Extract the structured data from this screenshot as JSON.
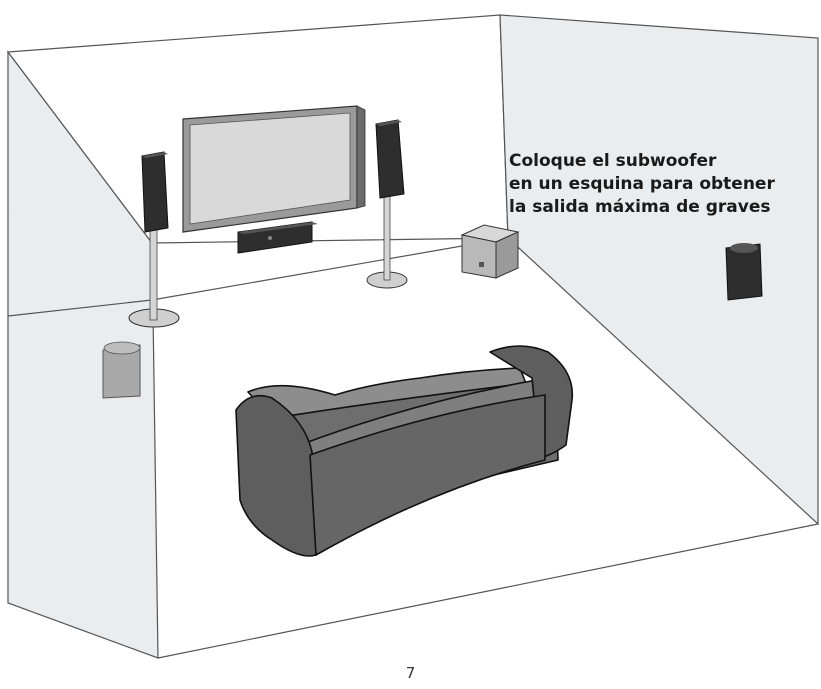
{
  "callout": {
    "lines": [
      "Coloque el subwoofer",
      "en un esquina para obtener",
      "la salida máxima de graves"
    ]
  },
  "page": {
    "number": "7"
  },
  "colors": {
    "wall": "#e9edef",
    "outline": "#6b6b6b",
    "speaker": "#2e2e2e",
    "sofa": "#6e6e6e",
    "subwoofer": "#b9b9b9",
    "tv_screen": "#d9d9d9"
  },
  "icons": [
    "tv-icon",
    "front-speaker-icon",
    "center-speaker-icon",
    "subwoofer-icon",
    "surround-speaker-icon",
    "sofa-icon"
  ]
}
